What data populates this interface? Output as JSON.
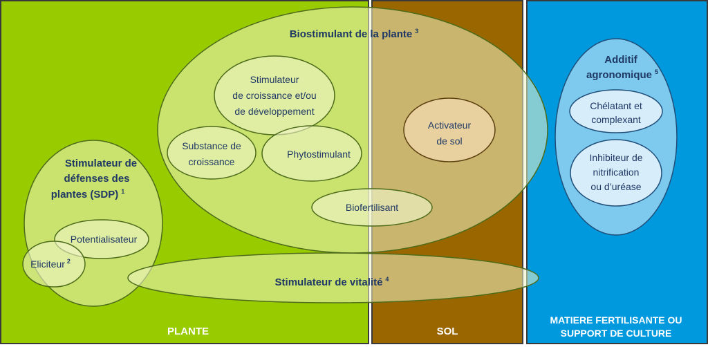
{
  "panels": {
    "plante": {
      "label": "PLANTE",
      "color": "#99cc00"
    },
    "sol": {
      "label": "SOL",
      "color": "#996600"
    },
    "matiere": {
      "line1": "MATIERE FERTILISANTE OU",
      "line2": "SUPPORT DE CULTURE",
      "color": "#0099dd"
    }
  },
  "ellipses": {
    "biostimulant": {
      "label": "Biostimulant de la plante",
      "sup": "3"
    },
    "sdp": {
      "line1": "Stimulateur de",
      "line2": "défenses des",
      "line3": "plantes (SDP)",
      "sup": "1"
    },
    "potentialisateur": {
      "label": "Potentialisateur"
    },
    "eliciteur": {
      "label": "Eliciteur",
      "sup": "2"
    },
    "vitalite": {
      "label": "Stimulateur de vitalité",
      "sup": "4"
    },
    "stimulateur_croissance": {
      "line1": "Stimulateur",
      "line2": "de croissance et/ou",
      "line3": "de développement"
    },
    "substance_croissance": {
      "line1": "Substance de",
      "line2": "croissance"
    },
    "phytostimulant": {
      "label": "Phytostimulant"
    },
    "biofertilisant": {
      "label": "Biofertilisant"
    },
    "activateur_sol": {
      "line1": "Activateur",
      "line2": "de sol"
    },
    "additif": {
      "line1": "Additif",
      "line2": "agronomique",
      "sup": "5"
    },
    "chelatant": {
      "line1": "Chélatant et",
      "line2": "complexant"
    },
    "inhibiteur": {
      "line1": "Inhibiteur de",
      "line2": "nitrification",
      "line3": "ou d’uréase"
    }
  },
  "colors": {
    "text_dark": "#1f3864",
    "text_white": "#ffffff",
    "ellipse_fill": "#f0f5c8",
    "ellipse_stroke": "#4d6b1a",
    "inner_fill_blue": "#e6f3fb"
  }
}
